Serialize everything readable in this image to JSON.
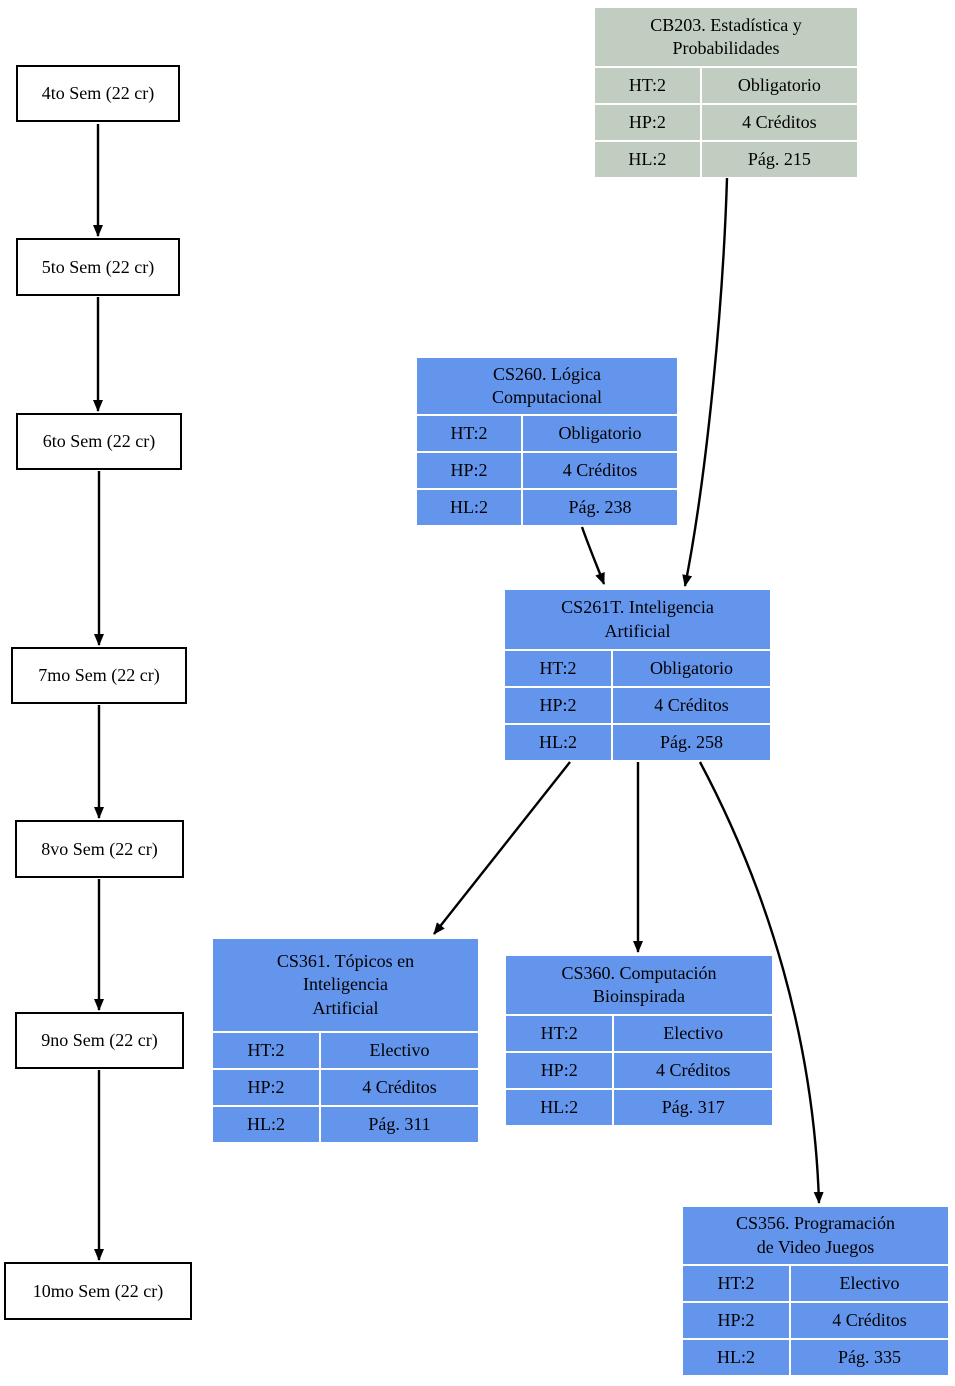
{
  "colors": {
    "course_blue": "#6495ED",
    "course_green": "#C1CDC1",
    "edge": "#000000",
    "node_border": "#000000",
    "background": "#FFFFFF"
  },
  "semesters": [
    {
      "id": "sem4",
      "label": "4to Sem (22 cr)"
    },
    {
      "id": "sem5",
      "label": "5to Sem (22 cr)"
    },
    {
      "id": "sem6",
      "label": "6to Sem (22 cr)"
    },
    {
      "id": "sem7",
      "label": "7mo Sem (22 cr)"
    },
    {
      "id": "sem8",
      "label": "8vo Sem (22 cr)"
    },
    {
      "id": "sem9",
      "label": "9no Sem (22 cr)"
    },
    {
      "id": "sem10",
      "label": "10mo Sem (22 cr)"
    }
  ],
  "courses": [
    {
      "id": "CB203",
      "title_lines": [
        "CB203. Estadística y",
        "Probabilidades"
      ],
      "rows": [
        {
          "key": "HT:2",
          "value": "Obligatorio"
        },
        {
          "key": "HP:2",
          "value": "4 Créditos"
        },
        {
          "key": "HL:2",
          "value": "Pág. 215"
        }
      ]
    },
    {
      "id": "CS260",
      "title_lines": [
        "CS260. Lógica",
        "Computacional"
      ],
      "rows": [
        {
          "key": "HT:2",
          "value": "Obligatorio"
        },
        {
          "key": "HP:2",
          "value": "4 Créditos"
        },
        {
          "key": "HL:2",
          "value": "Pág. 238"
        }
      ]
    },
    {
      "id": "CS261T",
      "title_lines": [
        "CS261T. Inteligencia",
        "Artificial"
      ],
      "rows": [
        {
          "key": "HT:2",
          "value": "Obligatorio"
        },
        {
          "key": "HP:2",
          "value": "4 Créditos"
        },
        {
          "key": "HL:2",
          "value": "Pág. 258"
        }
      ]
    },
    {
      "id": "CS361",
      "title_lines": [
        "CS361. Tópicos en",
        "Inteligencia",
        "Artificial"
      ],
      "rows": [
        {
          "key": "HT:2",
          "value": "Electivo"
        },
        {
          "key": "HP:2",
          "value": "4 Créditos"
        },
        {
          "key": "HL:2",
          "value": "Pág. 311"
        }
      ]
    },
    {
      "id": "CS360",
      "title_lines": [
        "CS360. Computación",
        "Bioinspirada"
      ],
      "rows": [
        {
          "key": "HT:2",
          "value": "Electivo"
        },
        {
          "key": "HP:2",
          "value": "4 Créditos"
        },
        {
          "key": "HL:2",
          "value": "Pág. 317"
        }
      ]
    },
    {
      "id": "CS356",
      "title_lines": [
        "CS356. Programación",
        "de Video Juegos"
      ],
      "rows": [
        {
          "key": "HT:2",
          "value": "Electivo"
        },
        {
          "key": "HP:2",
          "value": "4 Créditos"
        },
        {
          "key": "HL:2",
          "value": "Pág. 335"
        }
      ]
    }
  ],
  "edges": [
    {
      "from": "sem4",
      "to": "sem5"
    },
    {
      "from": "sem5",
      "to": "sem6"
    },
    {
      "from": "sem6",
      "to": "sem7"
    },
    {
      "from": "sem7",
      "to": "sem8"
    },
    {
      "from": "sem8",
      "to": "sem9"
    },
    {
      "from": "sem9",
      "to": "sem10"
    },
    {
      "from": "CB203",
      "to": "CS261T"
    },
    {
      "from": "CS260",
      "to": "CS261T"
    },
    {
      "from": "CS261T",
      "to": "CS361"
    },
    {
      "from": "CS261T",
      "to": "CS360"
    },
    {
      "from": "CS261T",
      "to": "CS356"
    }
  ]
}
